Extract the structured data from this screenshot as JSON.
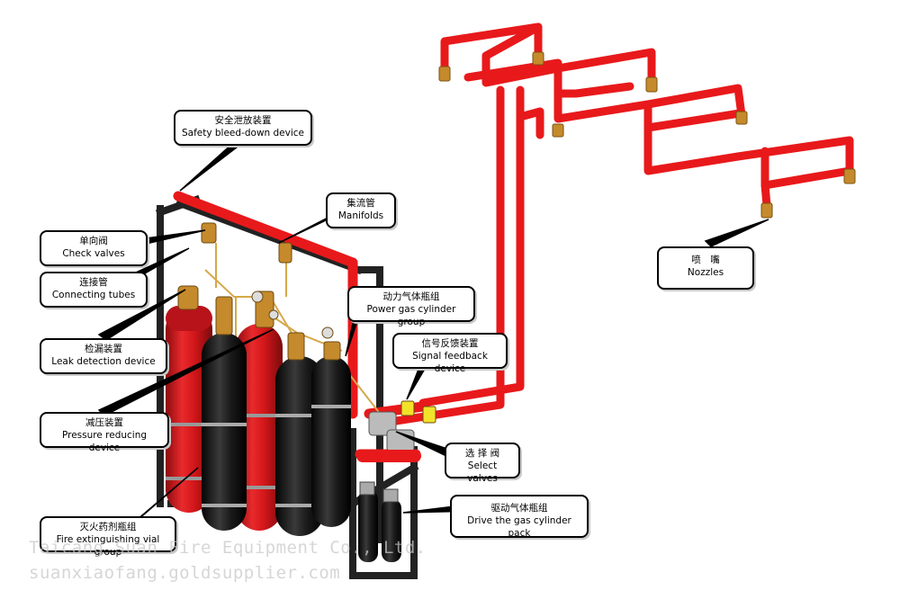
{
  "labels": {
    "safety_bleed": {
      "zh": "安全泄放装置",
      "en": "Safety bleed-down device"
    },
    "manifolds": {
      "zh": "集流管",
      "en": "Manifolds"
    },
    "check_valves": {
      "zh": "单向阀",
      "en": "Check valves"
    },
    "connecting_tubes": {
      "zh": "连接管",
      "en": "Connecting tubes"
    },
    "power_gas": {
      "zh": "动力气体瓶组",
      "en": "Power gas cylinder group"
    },
    "leak_detection": {
      "zh": "检漏装置",
      "en": "Leak detection device"
    },
    "signal_feedback": {
      "zh": "信号反馈装置",
      "en": "Signal feedback device"
    },
    "nozzles": {
      "zh": "喷　嘴",
      "en": "Nozzles"
    },
    "pressure_reducing": {
      "zh": "减压装置",
      "en": "Pressure reducing device"
    },
    "select_valves": {
      "zh": "选 择 阀",
      "en": "Select valves"
    },
    "drive_gas": {
      "zh": "驱动气体瓶组",
      "en": "Drive the gas cylinder pack"
    },
    "extinguishing": {
      "zh": "灭火药剂瓶组",
      "en": "Fire extinguishing vial group"
    }
  },
  "watermark": {
    "line1": "Taicang Suan Fire Equipment Co., Ltd.",
    "line2": "suanxiaofang.goldsupplier.com"
  },
  "colors": {
    "pipe_red": "#e8191b",
    "cylinder_red": "#d7161a",
    "cylinder_black": "#151515",
    "nozzle_brass": "#c58a2c",
    "frame": "#222222"
  }
}
